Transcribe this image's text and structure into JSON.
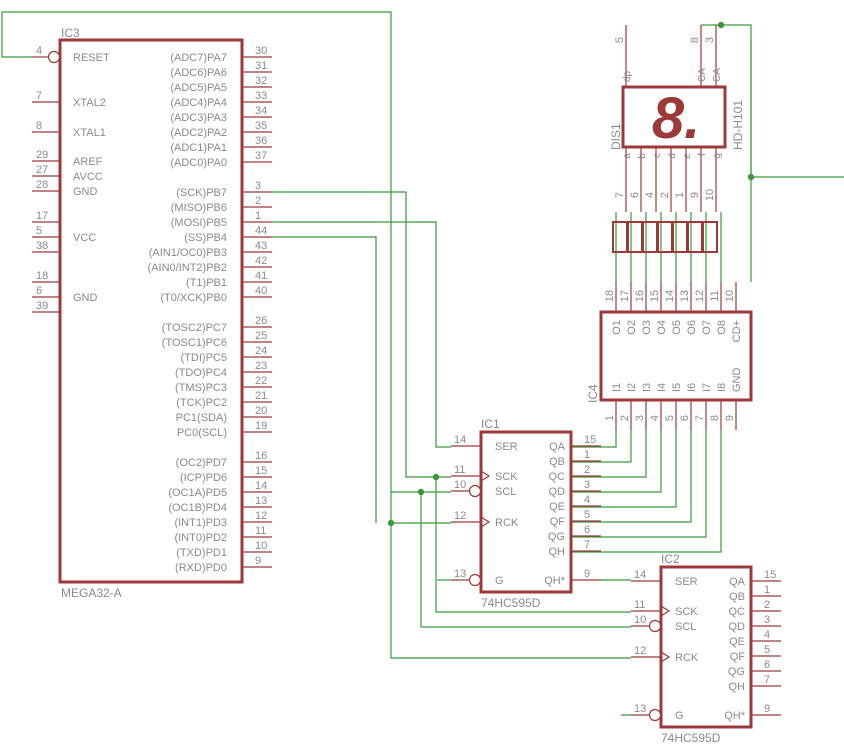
{
  "colors": {
    "wire": "#3a9a3a",
    "package": "#9c3a3a",
    "text": "#8a8a8a",
    "background": "#ffffff"
  },
  "ic3": {
    "name": "IC3",
    "value": "MEGA32-A",
    "left": [
      {
        "num": "4",
        "label": "RESET",
        "bubble": true
      },
      {
        "num": "7",
        "label": "XTAL2"
      },
      {
        "num": "8",
        "label": "XTAL1"
      },
      {
        "num": "29",
        "label": "AREF"
      },
      {
        "num": "27",
        "label": "AVCC"
      },
      {
        "num": "28",
        "label": "GND"
      },
      {
        "num": "17",
        "label": ""
      },
      {
        "num": "5",
        "label": "VCC"
      },
      {
        "num": "38",
        "label": ""
      },
      {
        "num": "18",
        "label": ""
      },
      {
        "num": "6",
        "label": "GND"
      },
      {
        "num": "39",
        "label": ""
      }
    ],
    "right": [
      {
        "num": "30",
        "label": "(ADC7)PA7"
      },
      {
        "num": "31",
        "label": "(ADC6)PA6"
      },
      {
        "num": "32",
        "label": "(ADC5)PA5"
      },
      {
        "num": "33",
        "label": "(ADC4)PA4"
      },
      {
        "num": "34",
        "label": "(ADC3)PA3"
      },
      {
        "num": "35",
        "label": "(ADC2)PA2"
      },
      {
        "num": "36",
        "label": "(ADC1)PA1"
      },
      {
        "num": "37",
        "label": "(ADC0)PA0"
      },
      {
        "num": "3",
        "label": "(SCK)PB7"
      },
      {
        "num": "2",
        "label": "(MISO)PB6"
      },
      {
        "num": "1",
        "label": "(MOSI)PB5"
      },
      {
        "num": "44",
        "label": "(SS)PB4"
      },
      {
        "num": "43",
        "label": "(AIN1/OC0)PB3"
      },
      {
        "num": "42",
        "label": "(AIN0/INT2)PB2"
      },
      {
        "num": "41",
        "label": "(T1)PB1"
      },
      {
        "num": "40",
        "label": "(T0/XCK)PB0"
      },
      {
        "num": "26",
        "label": "(TOSC2)PC7"
      },
      {
        "num": "25",
        "label": "(TOSC1)PC6"
      },
      {
        "num": "24",
        "label": "(TDI)PC5"
      },
      {
        "num": "23",
        "label": "(TDO)PC4"
      },
      {
        "num": "22",
        "label": "(TMS)PC3"
      },
      {
        "num": "21",
        "label": "(TCK)PC2"
      },
      {
        "num": "20",
        "label": "PC1(SDA)"
      },
      {
        "num": "19",
        "label": "PC0(SCL)"
      },
      {
        "num": "16",
        "label": "(OC2)PD7"
      },
      {
        "num": "15",
        "label": "(ICP)PD6"
      },
      {
        "num": "14",
        "label": "(OC1A)PD5"
      },
      {
        "num": "13",
        "label": "(OC1B)PD4"
      },
      {
        "num": "12",
        "label": "(INT1)PD3"
      },
      {
        "num": "11",
        "label": "(INT0)PD2"
      },
      {
        "num": "10",
        "label": "(TXD)PD1"
      },
      {
        "num": "9",
        "label": "(RXD)PD0"
      }
    ]
  },
  "ic1": {
    "name": "IC1",
    "value": "74HC595D",
    "left": [
      {
        "num": "14",
        "label": "SER"
      },
      {
        "num": "11",
        "label": "SCK",
        "clock": true
      },
      {
        "num": "10",
        "label": "SCL",
        "bubble": true
      },
      {
        "num": "12",
        "label": "RCK",
        "clock": true
      },
      {
        "num": "13",
        "label": "G",
        "bubble": true
      }
    ],
    "right": [
      {
        "num": "15",
        "label": "QA"
      },
      {
        "num": "1",
        "label": "QB"
      },
      {
        "num": "2",
        "label": "QC"
      },
      {
        "num": "3",
        "label": "QD"
      },
      {
        "num": "4",
        "label": "QE"
      },
      {
        "num": "5",
        "label": "QF"
      },
      {
        "num": "6",
        "label": "QG"
      },
      {
        "num": "7",
        "label": "QH"
      },
      {
        "num": "9",
        "label": "QH*"
      }
    ]
  },
  "ic2": {
    "name": "IC2",
    "value": "74HC595D",
    "left": [
      {
        "num": "14",
        "label": "SER"
      },
      {
        "num": "11",
        "label": "SCK",
        "clock": true
      },
      {
        "num": "10",
        "label": "SCL",
        "bubble": true
      },
      {
        "num": "12",
        "label": "RCK",
        "clock": true
      },
      {
        "num": "13",
        "label": "G",
        "bubble": true
      }
    ],
    "right": [
      {
        "num": "15",
        "label": "QA"
      },
      {
        "num": "1",
        "label": "QB"
      },
      {
        "num": "2",
        "label": "QC"
      },
      {
        "num": "3",
        "label": "QD"
      },
      {
        "num": "4",
        "label": "QE"
      },
      {
        "num": "5",
        "label": "QF"
      },
      {
        "num": "6",
        "label": "QG"
      },
      {
        "num": "7",
        "label": "QH"
      },
      {
        "num": "9",
        "label": "QH*"
      }
    ]
  },
  "ic4": {
    "name": "IC4",
    "top": [
      {
        "num": "18",
        "label": "O1"
      },
      {
        "num": "17",
        "label": "O2"
      },
      {
        "num": "16",
        "label": "O3"
      },
      {
        "num": "15",
        "label": "O4"
      },
      {
        "num": "14",
        "label": "O5"
      },
      {
        "num": "13",
        "label": "O6"
      },
      {
        "num": "12",
        "label": "O7"
      },
      {
        "num": "11",
        "label": "O8"
      },
      {
        "num": "10",
        "label": "CD+"
      }
    ],
    "bottom": [
      {
        "num": "1",
        "label": "I1"
      },
      {
        "num": "2",
        "label": "I2"
      },
      {
        "num": "3",
        "label": "I3"
      },
      {
        "num": "4",
        "label": "I4"
      },
      {
        "num": "5",
        "label": "I5"
      },
      {
        "num": "6",
        "label": "I6"
      },
      {
        "num": "7",
        "label": "I7"
      },
      {
        "num": "8",
        "label": "I8"
      },
      {
        "num": "9",
        "label": "GND"
      }
    ]
  },
  "dis1": {
    "name": "DIS1",
    "value": "HD-H101",
    "glyph": "8.",
    "top": [
      {
        "num": "5",
        "label": "dp"
      },
      {
        "num": "8",
        "label": "CA"
      },
      {
        "num": "3",
        "label": "CA"
      }
    ],
    "bottom": [
      {
        "num": "7",
        "label": "a"
      },
      {
        "num": "6",
        "label": "b"
      },
      {
        "num": "4",
        "label": "c"
      },
      {
        "num": "2",
        "label": "d"
      },
      {
        "num": "1",
        "label": "e"
      },
      {
        "num": "9",
        "label": "f"
      },
      {
        "num": "10",
        "label": "g"
      }
    ]
  }
}
